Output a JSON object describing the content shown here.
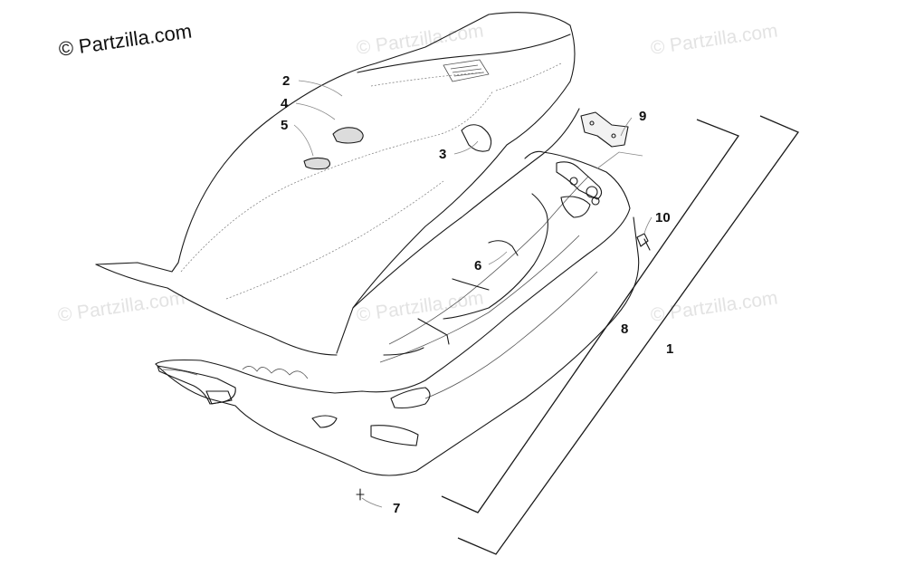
{
  "copyright": "© Partzilla.com",
  "watermark": "© Partzilla.com",
  "callouts": [
    {
      "id": "1",
      "part": "seat-assembly"
    },
    {
      "id": "2",
      "part": "seat-cover"
    },
    {
      "id": "3",
      "part": "decal"
    },
    {
      "id": "4",
      "part": "decal"
    },
    {
      "id": "5",
      "part": "decal"
    },
    {
      "id": "6",
      "part": "seat-spring-rod"
    },
    {
      "id": "7",
      "part": "screw"
    },
    {
      "id": "8",
      "part": "seat-base"
    },
    {
      "id": "9",
      "part": "latch-bracket"
    },
    {
      "id": "10",
      "part": "pin"
    }
  ]
}
